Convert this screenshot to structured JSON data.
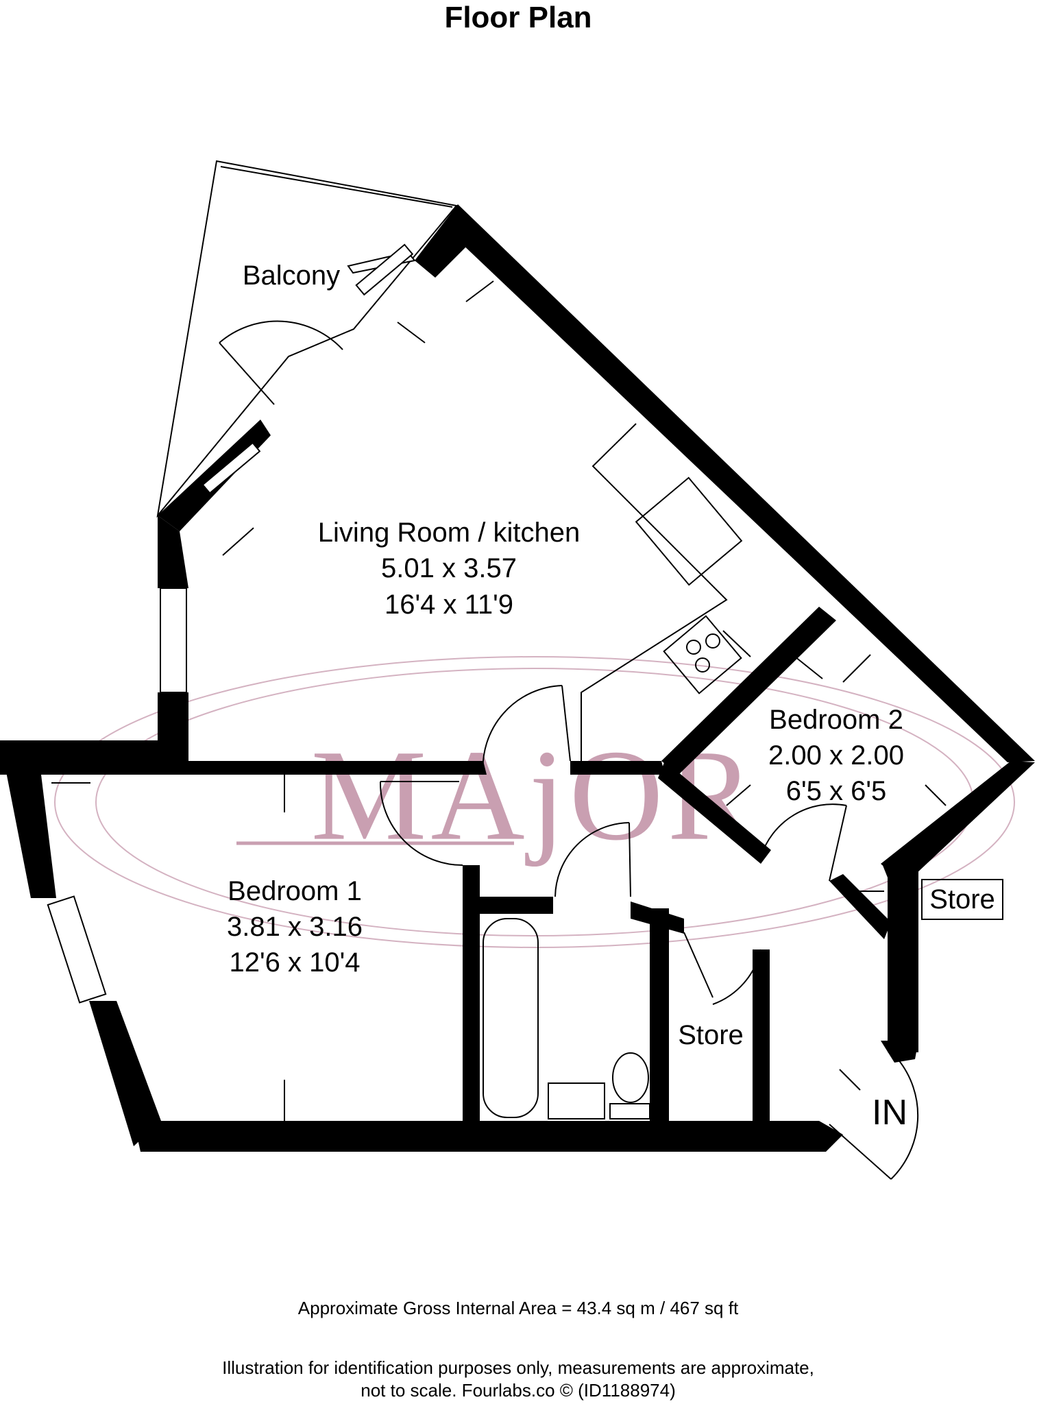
{
  "header": {
    "title": "Floor Plan"
  },
  "rooms": {
    "balcony": {
      "name": "Balcony"
    },
    "living": {
      "name": "Living Room / kitchen",
      "metric": "5.01 x 3.57",
      "imperial": "16'4 x 11'9"
    },
    "bedroom2": {
      "name": "Bedroom 2",
      "metric": "2.00 x 2.00",
      "imperial": "6'5 x 6'5"
    },
    "bedroom1": {
      "name": "Bedroom 1",
      "metric": "3.81 x 3.16",
      "imperial": "12'6 x 10'4"
    },
    "store_hall": {
      "name": "Store"
    },
    "store_right": {
      "name": "Store"
    },
    "entrance": {
      "name": "IN"
    }
  },
  "watermark": {
    "text": "MAjOR",
    "color": "#b77f97"
  },
  "footer": {
    "area": "Approximate Gross Internal Area = 43.4 sq m / 467 sq ft",
    "disclaimer_line1": "Illustration for identification purposes only, measurements are approximate,",
    "disclaimer_line2": "not to scale. Fourlabs.co © (ID1188974)"
  }
}
